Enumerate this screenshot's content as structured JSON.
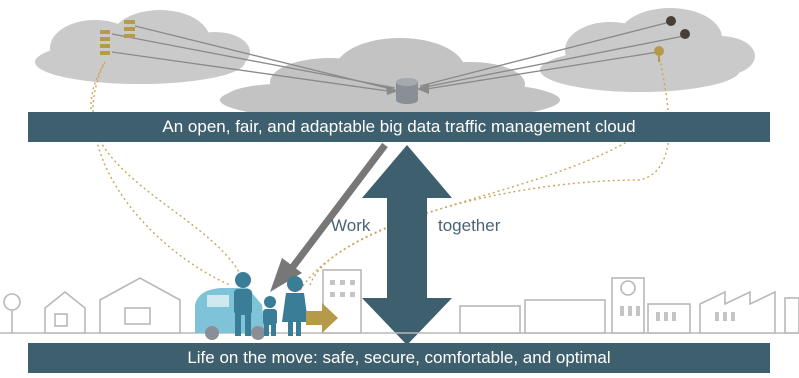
{
  "diagram": {
    "cloud_banner": "An open, fair, and adaptable big data traffic management cloud",
    "life_banner": "Life on the move: safe, secure, comfortable, and optimal",
    "arrow_label_left": "Work",
    "arrow_label_right": "together"
  },
  "colors": {
    "banner": "#3e5f6e",
    "cloud": "#c9c9c9",
    "arrow": "#3e5f6e",
    "gray_arrow": "#777777",
    "gold": "#b59a4a",
    "people": "#3a7d96",
    "city_line": "#b8b8b8",
    "car": "#7fc3d8"
  },
  "icons": [
    "database-icon",
    "sensor-bars-icon",
    "signal-dot-icon",
    "car-icon",
    "family-icon",
    "city-skyline-icon"
  ]
}
